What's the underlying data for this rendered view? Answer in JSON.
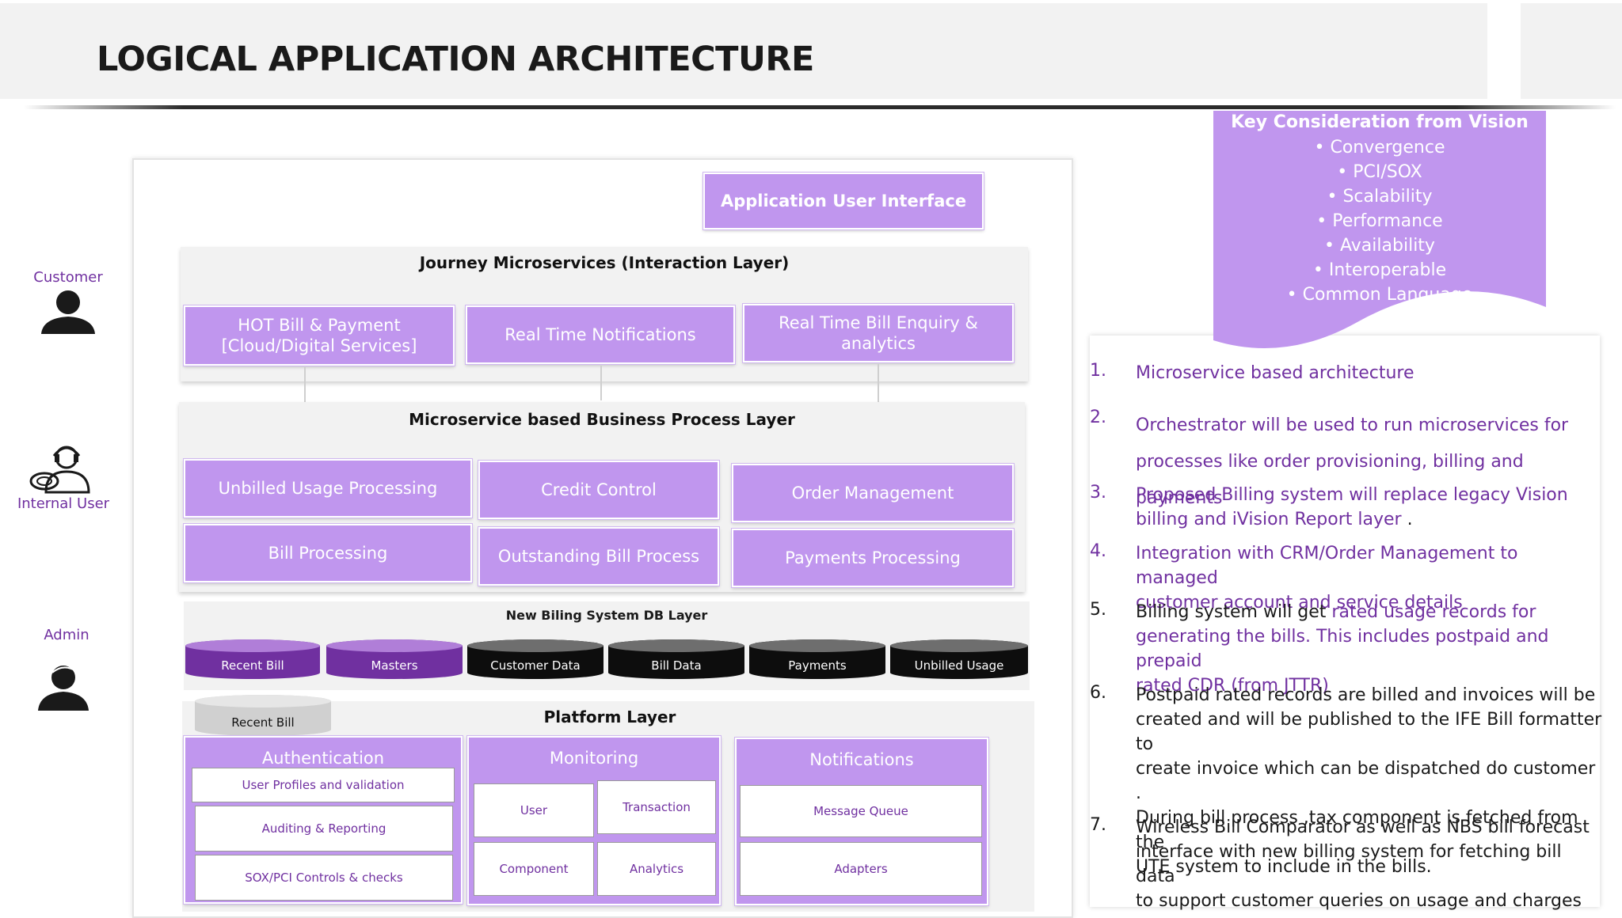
{
  "page": {
    "title": "LOGICAL APPLICATION ARCHITECTURE"
  },
  "actors": [
    {
      "label": "Customer"
    },
    {
      "label": "Internal User"
    },
    {
      "label": "Admin"
    }
  ],
  "diagram": {
    "ui_box": "Application User Interface",
    "journey_layer": {
      "title": "Journey Microservices (Interaction Layer)",
      "boxes": [
        "HOT Bill  & Payment [Cloud/Digital Services]",
        "Real Time Notifications",
        "Real Time Bill Enquiry & analytics"
      ]
    },
    "business_layer": {
      "title": "Microservice based Business Process Layer",
      "boxes": [
        "Unbilled Usage Processing",
        "Credit Control",
        "Order Management",
        "Bill Processing",
        "Outstanding Bill Process",
        "Payments Processing"
      ]
    },
    "db_layer": {
      "title": "New Biling System DB Layer",
      "stores": [
        {
          "label": "Recent Bill",
          "color": "#7030a0"
        },
        {
          "label": "Masters",
          "color": "#7030a0"
        },
        {
          "label": "Customer Data",
          "color": "#0d0d0d"
        },
        {
          "label": "Bill Data",
          "color": "#0d0d0d"
        },
        {
          "label": "Payments",
          "color": "#0d0d0d"
        },
        {
          "label": "Unbilled Usage",
          "color": "#0d0d0d"
        }
      ]
    },
    "platform_layer": {
      "title": "Platform Layer",
      "cache": "Recent Bill",
      "authentication": {
        "title": "Authentication",
        "items": [
          "User Profiles and validation",
          "Auditing & Reporting",
          "SOX/PCI Controls & checks"
        ]
      },
      "monitoring": {
        "title": "Monitoring",
        "items": [
          "User",
          "Transaction",
          "Component",
          "Analytics"
        ]
      },
      "notifications": {
        "title": "Notifications",
        "items": [
          "Message Queue",
          "Adapters"
        ]
      }
    }
  },
  "vision": {
    "title": "Key Consideration from Vision",
    "items": [
      "Convergence",
      "PCI/SOX",
      "Scalability",
      "Performance",
      "Availability",
      "Interoperable",
      "Common Language"
    ]
  },
  "notes": [
    {
      "num": "1.",
      "lines": [
        "Microservice based architecture"
      ]
    },
    {
      "num": "2.",
      "lines": [
        "Orchestrator will be used to run microservices for",
        "processes like order provisioning, billing and payments"
      ]
    },
    {
      "num": "3.",
      "lines": [
        "Proposed Billing system will replace legacy Vision",
        "billing and iVision Report layer"
      ],
      "tail": " ."
    },
    {
      "num": "4.",
      "lines": [
        "Integration with CRM/Order Management to managed",
        "customer account and service details"
      ]
    },
    {
      "num": "5.",
      "lead": "Billing system will get ",
      "lines": [
        "rated usage records for",
        "generating the bills. This includes postpaid and prepaid",
        "rated CDR  (from JTTR)"
      ]
    },
    {
      "num": "6.",
      "lines": [
        "Postpaid rated records are billed and invoices will be",
        "created and will be published to the IFE Bill formatter to",
        "create invoice which can be dispatched do customer .",
        "During bill process ,tax component is fetched from the",
        "UTE system to include in the bills."
      ]
    },
    {
      "num": "7.",
      "lines": [
        "Wireless Bill Comparator as well as NBS bill forecast",
        "interface with new billing system for fetching bill data",
        "to support customer queries  on usage and charges"
      ]
    }
  ],
  "colors": {
    "accent": "#7030a0",
    "box": "#c096ee",
    "panel": "#f2f2f2"
  }
}
